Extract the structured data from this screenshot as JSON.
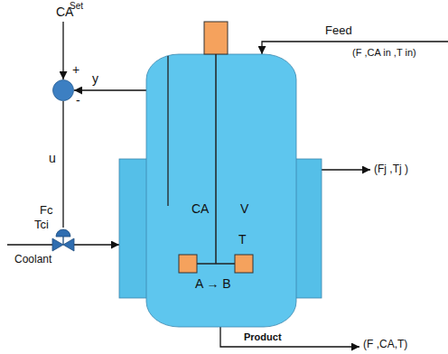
{
  "diagram": {
    "nodes": [
      {
        "text": [
          "CA",
          "V",
          "T",
          "A → B"
        ]
      },
      {
        "text": [
          "+",
          "-"
        ]
      },
      {
        "text": [
          "Fc",
          "Tci"
        ]
      }
    ],
    "edges": [
      {
        "from": 0,
        "to": 1,
        "arrow": "to",
        "label": "y"
      },
      {
        "from": 1,
        "to": 2,
        "arrow": "none",
        "label": "u"
      },
      {
        "from": 2,
        "to": 0,
        "arrow": "to"
      }
    ],
    "labels": [
      "CA",
      "Set",
      "Feed",
      "(F ,CA in ,T in)",
      "(Fj ,Tj )",
      "Coolant",
      "Product",
      "(F ,CA,T)"
    ]
  }
}
